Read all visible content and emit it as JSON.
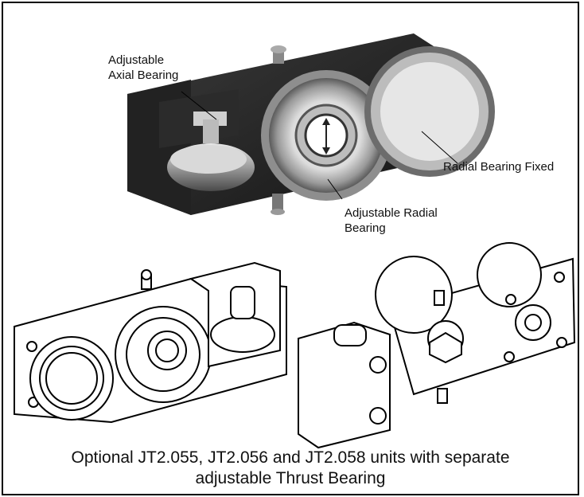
{
  "callouts": {
    "axial_line1": "Adjustable",
    "axial_line2": "Axial Bearing",
    "radial_fixed": "Radial Bearing Fixed",
    "radial_adj_line1": "Adjustable Radial",
    "radial_adj_line2": "Bearing"
  },
  "caption": {
    "line1": "Optional JT2.055, JT2.056 and JT2.058 units with separate",
    "line2": "adjustable Thrust Bearing"
  }
}
